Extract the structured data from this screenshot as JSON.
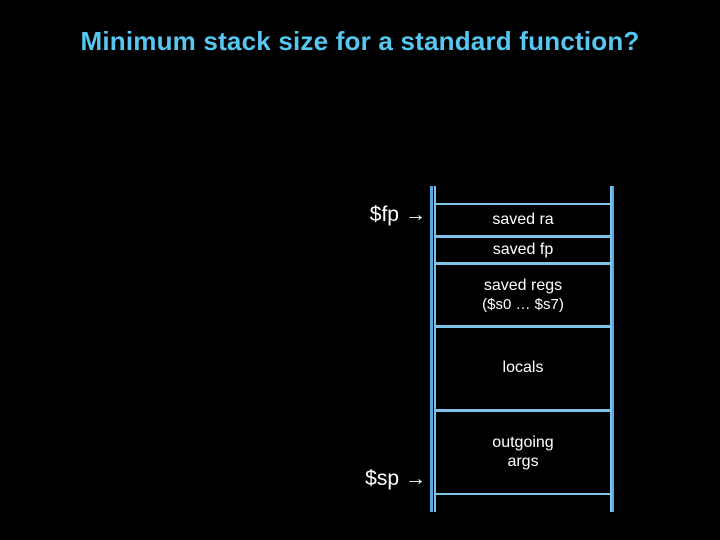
{
  "slide": {
    "title": "Minimum stack size for a standard function?",
    "background_color": "#000000",
    "title_color": "#57C7F2",
    "frame_color": "#7FC4E8",
    "text_color": "#FFFFFF"
  },
  "diagram": {
    "name": "stack-frame-layout",
    "cells": [
      {
        "id": "top-gap",
        "lines": [],
        "empty": true
      },
      {
        "id": "saved-ra",
        "lines": [
          "saved ra"
        ]
      },
      {
        "id": "saved-fp",
        "lines": [
          "saved fp"
        ]
      },
      {
        "id": "saved-regs",
        "lines": [
          "saved regs",
          "($s0  … $s7)"
        ]
      },
      {
        "id": "locals",
        "lines": [
          "locals"
        ]
      },
      {
        "id": "outgoing",
        "lines": [
          "outgoing",
          "args"
        ]
      },
      {
        "id": "bottom-gap",
        "lines": [],
        "empty": true
      }
    ],
    "pointers": [
      {
        "id": "fp",
        "register": "$fp",
        "arrow": "→",
        "points_to": "saved-ra"
      },
      {
        "id": "sp",
        "register": "$sp",
        "arrow": "→",
        "points_to": "outgoing"
      }
    ]
  }
}
